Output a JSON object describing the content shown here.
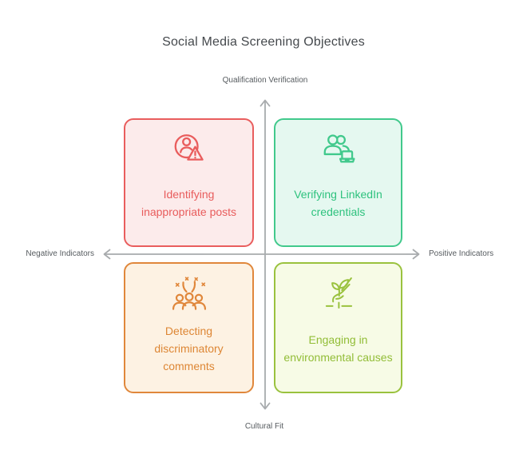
{
  "title": "Social Media Screening Objectives",
  "axes": {
    "top_label": "Qualification Verification",
    "bottom_label": "Cultural Fit",
    "left_label": "Negative Indicators",
    "right_label": "Positive Indicators",
    "line_color": "#a8abad"
  },
  "quadrants": [
    {
      "position": "top-left",
      "label": "Identifying inappropriate posts",
      "icon": "person-warning-icon",
      "border_color": "#e95d5d",
      "background": "#fcebeb",
      "text_color": "#e85c5c"
    },
    {
      "position": "top-right",
      "label": "Verifying LinkedIn credentials",
      "icon": "people-laptop-icon",
      "border_color": "#41c98c",
      "background": "#e5f8f0",
      "text_color": "#2ec27e"
    },
    {
      "position": "bottom-left",
      "label": "Detecting discriminatory comments",
      "icon": "group-celebration-icon",
      "border_color": "#e0873b",
      "background": "#fdf2e3",
      "text_color": "#dd8634"
    },
    {
      "position": "bottom-right",
      "label": "Engaging in environmental causes",
      "icon": "hand-plant-icon",
      "border_color": "#9ac23e",
      "background": "#f7fbe6",
      "text_color": "#92bd37"
    }
  ]
}
